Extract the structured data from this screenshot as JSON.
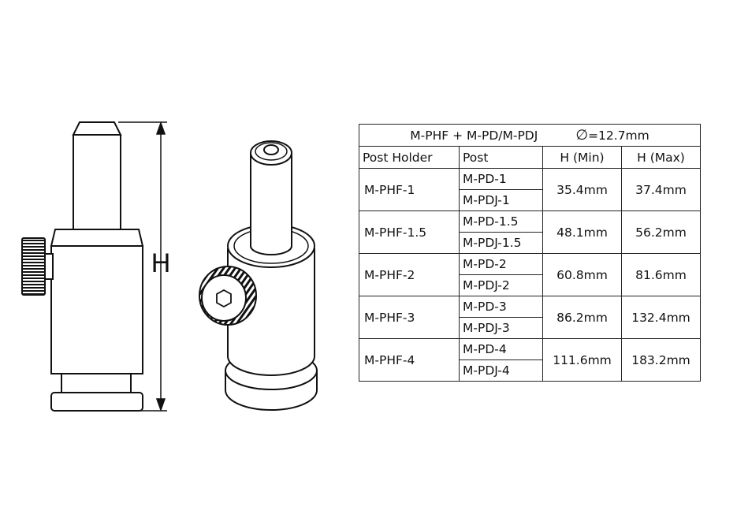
{
  "drawing": {
    "dimension_label": "H"
  },
  "table": {
    "title_left": "M-PHF + M-PD/M-PDJ",
    "diameter_symbol": "∅",
    "diameter_value": "=12.7mm",
    "headers": [
      "Post Holder",
      "Post",
      "H (Min)",
      "H (Max)"
    ],
    "rows": [
      {
        "holder": "M-PHF-1",
        "post_a": "M-PD-1",
        "post_b": "M-PDJ-1",
        "h_min": "35.4mm",
        "h_max": "37.4mm"
      },
      {
        "holder": "M-PHF-1.5",
        "post_a": "M-PD-1.5",
        "post_b": "M-PDJ-1.5",
        "h_min": "48.1mm",
        "h_max": "56.2mm"
      },
      {
        "holder": "M-PHF-2",
        "post_a": "M-PD-2",
        "post_b": "M-PDJ-2",
        "h_min": "60.8mm",
        "h_max": "81.6mm"
      },
      {
        "holder": "M-PHF-3",
        "post_a": "M-PD-3",
        "post_b": "M-PDJ-3",
        "h_min": "86.2mm",
        "h_max": "132.4mm"
      },
      {
        "holder": "M-PHF-4",
        "post_a": "M-PD-4",
        "post_b": "M-PDJ-4",
        "h_min": "111.6mm",
        "h_max": "183.2mm"
      }
    ]
  }
}
